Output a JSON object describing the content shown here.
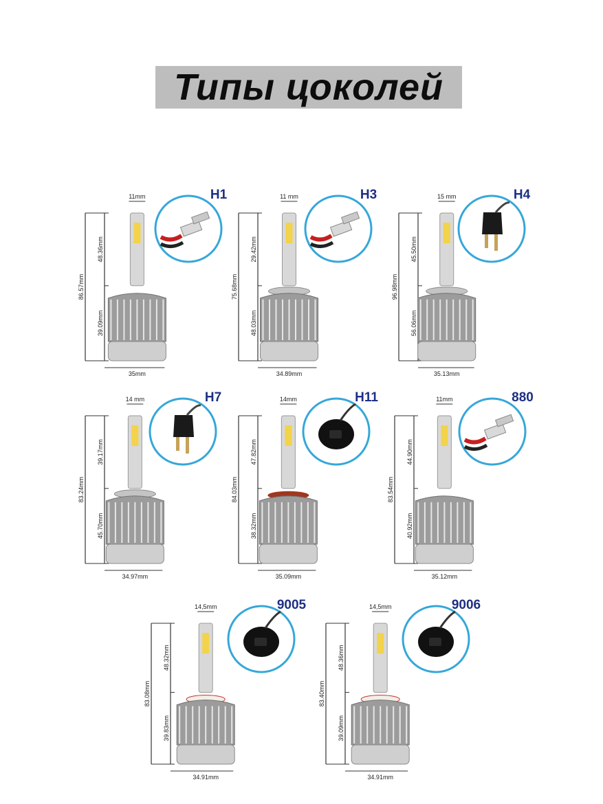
{
  "title": "Типы цоколей",
  "colors": {
    "title_bg": "#bdbdbd",
    "type_label": "#1d2f83",
    "circle": "#35a7d9"
  },
  "bulbs": [
    {
      "type": "H1",
      "icon": "h1-connector-icon",
      "neck": "11mm",
      "total": "86.57mm",
      "upper": "48.36mm",
      "lower": "39.09mm",
      "base": "35mm"
    },
    {
      "type": "H3",
      "icon": "h3-connector-icon",
      "neck": "11 mm",
      "total": "75.68mm",
      "upper": "29.42mm",
      "lower": "48.03mm",
      "base": "34.89mm"
    },
    {
      "type": "H4",
      "icon": "h4-plug-icon",
      "neck": "15 mm",
      "total": "96.98mm",
      "upper": "45.50mm",
      "lower": "56.06mm",
      "base": "35.13mm"
    },
    {
      "type": "H7",
      "icon": "h7-plug-icon",
      "neck": "14 mm",
      "total": "83.24mm",
      "upper": "39.17mm",
      "lower": "45.70mm",
      "base": "34.97mm"
    },
    {
      "type": "H11",
      "icon": "h11-plug-icon",
      "neck": "14mm",
      "total": "84.03mm",
      "upper": "47.82mm",
      "lower": "38.32mm",
      "base": "35.09mm"
    },
    {
      "type": "880",
      "icon": "880-connector-icon",
      "neck": "11mm",
      "total": "83.54mm",
      "upper": "44.90mm",
      "lower": "40.92mm",
      "base": "35.12mm"
    },
    {
      "type": "9005",
      "icon": "9005-plug-icon",
      "neck": "14,5mm",
      "total": "83.08mm",
      "upper": "48.32mm",
      "lower": "39.83mm",
      "base": "34.91mm"
    },
    {
      "type": "9006",
      "icon": "9006-plug-icon",
      "neck": "14,5mm",
      "total": "83.40mm",
      "upper": "48.36mm",
      "lower": "39.09mm",
      "base": "34.91mm"
    }
  ]
}
